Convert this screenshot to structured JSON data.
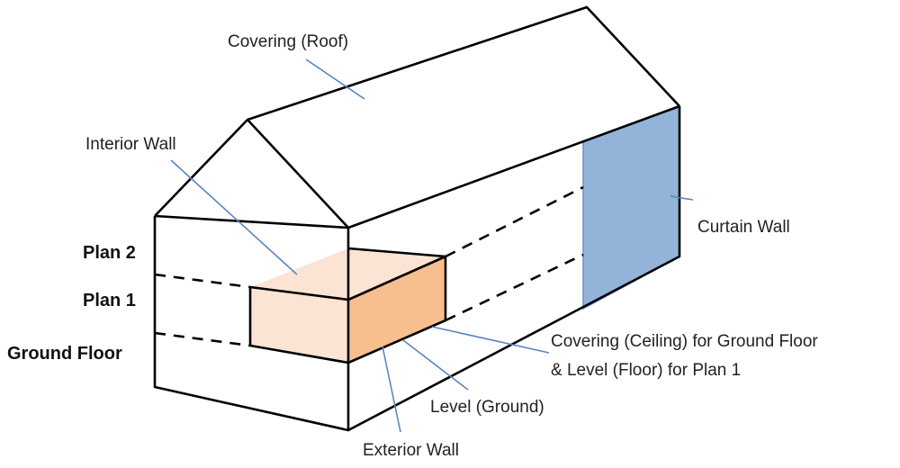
{
  "colors": {
    "curtain_wall_fill": "#94b3d8",
    "interior_wall_fill": "#fce4d4",
    "exterior_wall_fill": "#f8bf8e",
    "leader_line": "#5a85c0"
  },
  "levels": {
    "plan2": "Plan 2",
    "plan1": "Plan 1",
    "ground_floor": "Ground Floor"
  },
  "labels": {
    "covering_roof": "Covering (Roof)",
    "interior_wall": "Interior Wall",
    "curtain_wall": "Curtain Wall",
    "covering_ceiling_line1": "Covering (Ceiling) for Ground Floor",
    "covering_ceiling_line2": "& Level (Floor) for Plan 1",
    "level_ground": "Level (Ground)",
    "exterior_wall": "Exterior Wall"
  }
}
